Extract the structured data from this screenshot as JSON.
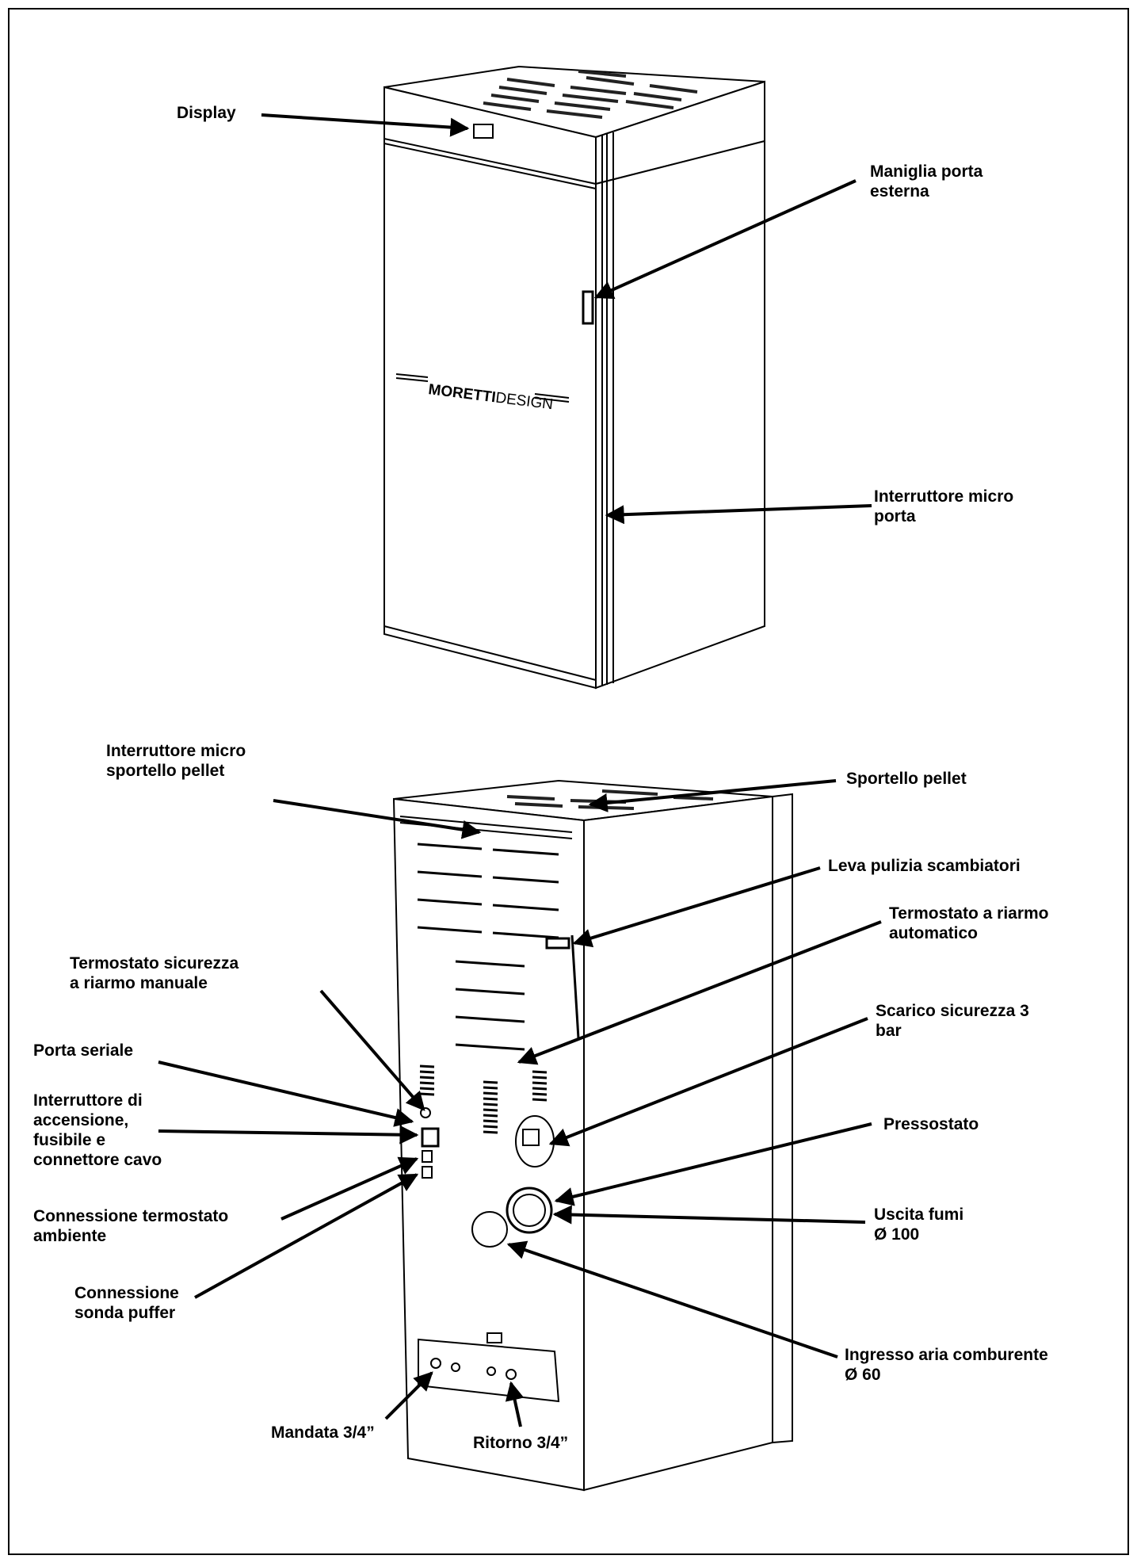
{
  "brand": {
    "logo_text": "MORETTIDESIGN"
  },
  "labels": {
    "display": "Display",
    "maniglia_porta_esterna": "Maniglia porta\nesterna",
    "interruttore_micro_porta": "Interruttore micro\nporta",
    "interruttore_micro_sportello_pellet": "Interruttore micro\nsportello pellet",
    "sportello_pellet": "Sportello pellet",
    "leva_pulizia_scambiatori": "Leva pulizia scambiatori",
    "termostato_sicurezza": "Termostato sicurezza\na riarmo manuale",
    "termostato_riarmo_automatico": "Termostato a riarmo\nautomatico",
    "scarico_sicurezza": "Scarico sicurezza 3\nbar",
    "porta_seriale": "Porta seriale",
    "interruttore_accensione": "Interruttore di\naccensione,\nfusibile e\nconnettore cavo",
    "pressostato": "Pressostato",
    "connessione_termostato_ambiente": "Connessione termostato\nambiente",
    "uscita_fumi": "Uscita fumi\nØ 100",
    "connessione_sonda_puffer": "Connessione\nsonda puffer",
    "ingresso_aria": "Ingresso aria comburente\nØ 60",
    "mandata": "Mandata 3/4”",
    "ritorno": "Ritorno 3/4”"
  }
}
